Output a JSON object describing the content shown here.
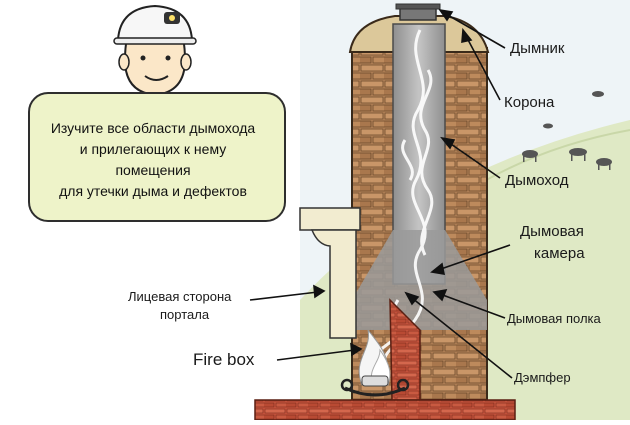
{
  "bubble_lines": [
    "Изучите все области дымохода",
    "и прилегающих к нему",
    "помещения",
    "для утечки дыма и дефектов"
  ],
  "labels": {
    "chimney_cap": "Дымник",
    "crown": "Корона",
    "flue": "Дымоход",
    "smoke_chamber_line1": "Дымовая",
    "smoke_chamber_line2": "камера",
    "fireplace_face_line1": "Лицевая сторона",
    "fireplace_face_line2": "портала",
    "smoke_shelf": "Дымовая полка",
    "firebox": "Fire box",
    "damper": "Дэмпфер"
  },
  "colors": {
    "bubble_fill": "#eef3c9",
    "brick": "#b8865a",
    "brick_red": "#c8553d",
    "flue_gray": "#a8a8a8",
    "crown": "#dcc89a",
    "hill": "#dfe9c5",
    "sky": "#eef4f7"
  },
  "icons": [
    "inspector-with-helmet-icon",
    "grazing-cow-icon"
  ]
}
